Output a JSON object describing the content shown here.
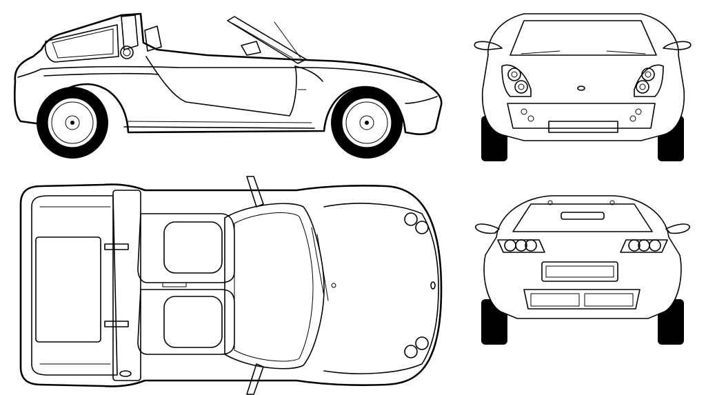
{
  "image": {
    "background": "#ffffff",
    "line_color": "#000000"
  },
  "views": [
    {
      "id": "side",
      "icon": "car-side-view"
    },
    {
      "id": "front",
      "icon": "car-front-view"
    },
    {
      "id": "top",
      "icon": "car-top-view"
    },
    {
      "id": "rear",
      "icon": "car-rear-view"
    }
  ]
}
